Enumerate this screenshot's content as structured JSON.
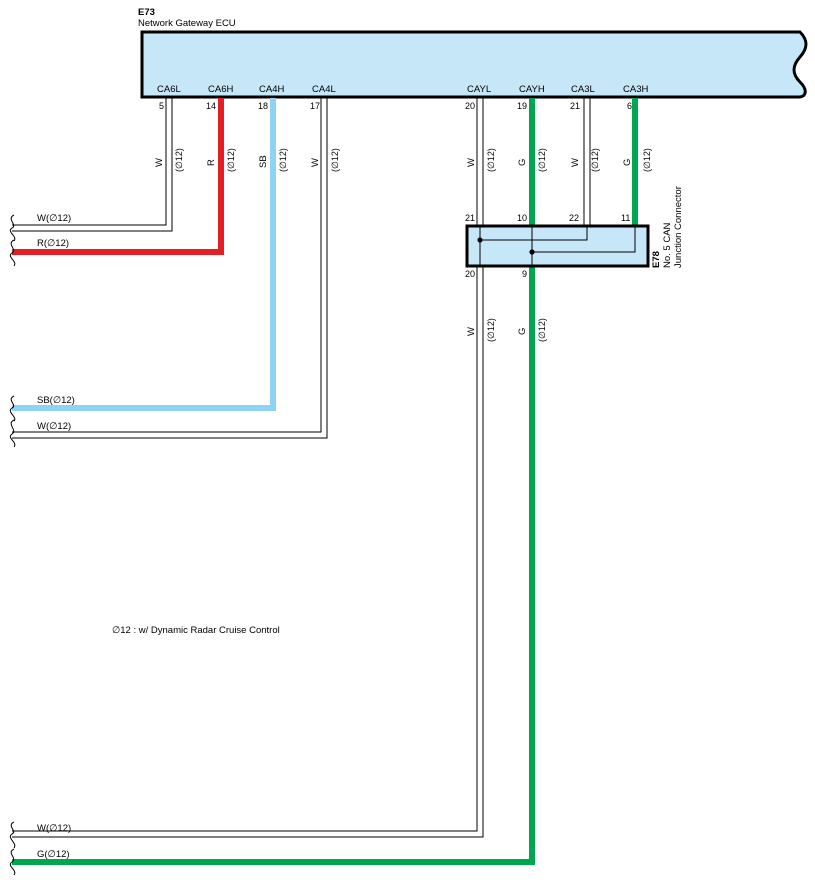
{
  "ecu": {
    "code": "E73",
    "name": "Network Gateway ECU",
    "fill": "#c6e7f7"
  },
  "pins": [
    {
      "signal": "CA6L",
      "pin": "5",
      "color_code": "W",
      "note": "(∅12)"
    },
    {
      "signal": "CA6H",
      "pin": "14",
      "color_code": "R",
      "note": "(∅12)"
    },
    {
      "signal": "CA4H",
      "pin": "18",
      "color_code": "SB",
      "note": "(∅12)"
    },
    {
      "signal": "CA4L",
      "pin": "17",
      "color_code": "W",
      "note": "(∅12)"
    },
    {
      "signal": "CAYL",
      "pin": "20",
      "color_code": "W",
      "note": "(∅12)"
    },
    {
      "signal": "CAYH",
      "pin": "19",
      "color_code": "G",
      "note": "(∅12)"
    },
    {
      "signal": "CA3L",
      "pin": "21",
      "color_code": "W",
      "note": "(∅12)"
    },
    {
      "signal": "CA3H",
      "pin": "6",
      "color_code": "G",
      "note": "(∅12)"
    }
  ],
  "junction": {
    "code": "E78",
    "name_line1": "No. 5 CAN",
    "name_line2": "Junction Connector",
    "top_pins": [
      "21",
      "10",
      "22",
      "11"
    ],
    "bottom_pins": [
      "20",
      "9"
    ],
    "bottom_codes": [
      {
        "color_code": "W",
        "note": "(∅12)"
      },
      {
        "color_code": "G",
        "note": "(∅12)"
      }
    ],
    "fill": "#c6e7f7"
  },
  "left_labels": [
    "W(∅12)",
    "R(∅12)",
    "SB(∅12)",
    "W(∅12)",
    "W(∅12)",
    "G(∅12)"
  ],
  "footnote": "∅12 : w/ Dynamic Radar Cruise Control",
  "colors": {
    "red": "#e31e24",
    "sky_blue": "#8fd3f4",
    "green": "#00a650",
    "white_wire_outline": "#000000"
  }
}
